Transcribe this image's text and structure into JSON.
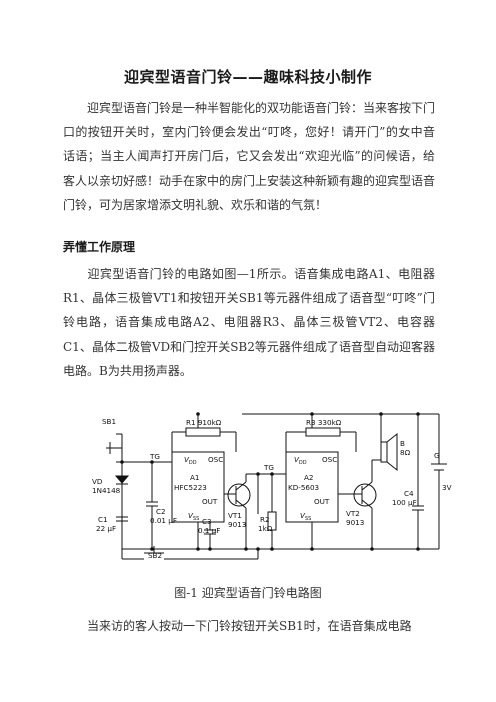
{
  "document": {
    "title": "迎宾型语音门铃——趣味科技小制作",
    "paragraph1": "迎宾型语音门铃是一种半智能化的双功能语音门铃：当来客按下门口的按钮开关时，室内门铃便会发出“叮咚，您好！请开门”的女中音话语；当主人闻声打开房门后，它又会发出“欢迎光临”的问候语，给客人以亲切好感！动手在家中的房门上安装这种新颖有趣的迎宾型语音门铃，可为居家增添文明礼貌、欢乐和谐的气氛！",
    "heading": "弄懂工作原理",
    "paragraph2": "迎宾型语音门铃的电路如图—1所示。语音集成电路A1、电阻器R1、晶体三极管VT1和按钮开关SB1等元器件组成了语音型“叮咚”门铃电路，语音集成电路A2、电阻器R3、晶体三极管VT2、电容器C1、晶体二极管VD和门控开关SB2等元器件组成了语音型自动迎客器电路。B为共用扬声器。",
    "caption": "图-1  迎宾型语音门铃电路图",
    "paragraph3": "当来访的客人按动一下门铃按钮开关SB1时，在语音集成电路"
  },
  "circuit": {
    "sb1": "SB1",
    "vd": "VD",
    "vd_part": "1N4148",
    "c1": "C1",
    "c1_val": "22 μF",
    "r1": "R1 910kΩ",
    "tg1": "TG",
    "vdd1": "V",
    "vdd1_sub": "DD",
    "osc1": "OSC",
    "a1": "A1",
    "a1_part": "HFC5223",
    "out1": "OUT",
    "vss1": "V",
    "vss1_sub": "SS",
    "c2": "C2",
    "c2_val": "0.01 μF",
    "c3": "C3",
    "c3_val": "0.1 μF",
    "vt1": "VT1",
    "vt1_part": "9013",
    "sb2": "SB2",
    "r3": "R3 330kΩ",
    "tg2": "TG",
    "vdd2": "V",
    "vdd2_sub": "DD",
    "osc2": "OSC",
    "a2": "A2",
    "a2_part": "KD-5603",
    "out2": "OUT",
    "vss2": "V",
    "vss2_sub": "SS",
    "r2": "R2",
    "r2_val": "1kΩ",
    "vt2": "VT2",
    "vt2_part": "9013",
    "b": "B",
    "b_val": "8Ω",
    "c4": "C4",
    "c4_val": "100 μF",
    "g": "G",
    "g_val": "3V"
  }
}
